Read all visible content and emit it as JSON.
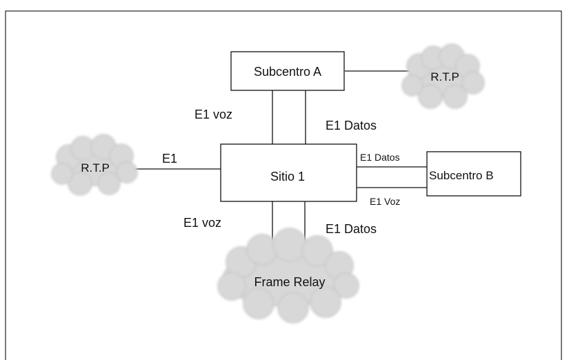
{
  "nodes": {
    "subcentro_a": "Subcentro A",
    "sitio_1": "Sitio 1",
    "subcentro_b": "Subcentro B"
  },
  "clouds": {
    "rtp_top": "R.T.P",
    "rtp_left": "R.T.P",
    "frame_relay": "Frame Relay"
  },
  "links": {
    "a_voz": "E1 voz",
    "a_datos": "E1 Datos",
    "left_e1": "E1",
    "b_datos": "E1 Datos",
    "b_voz": "E1 Voz",
    "fr_voz": "E1 voz",
    "fr_datos": "E1 Datos"
  },
  "colors": {
    "line": "#111111",
    "cloud_fill": "#dcdcdc",
    "cloud_edge": "#c4c4c4"
  }
}
